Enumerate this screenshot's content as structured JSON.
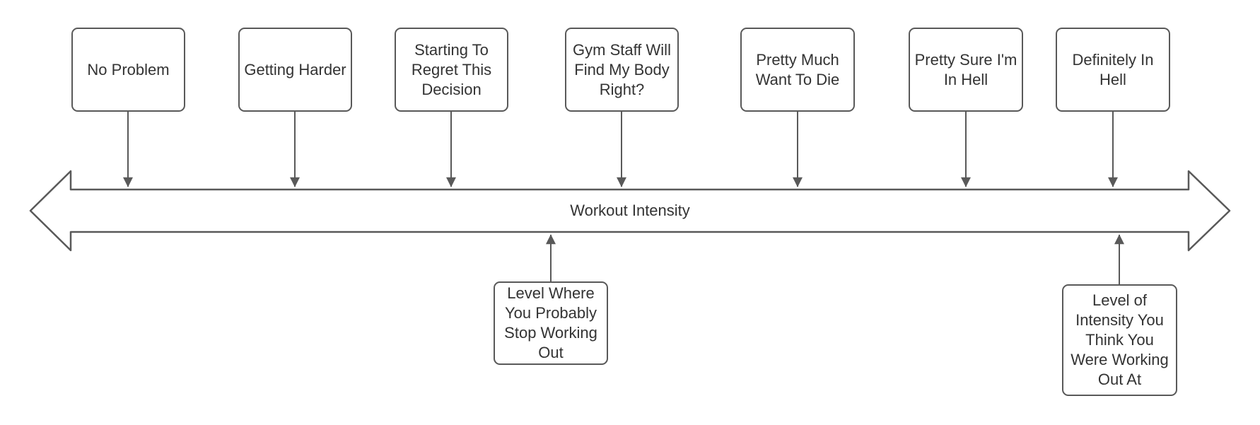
{
  "diagram": {
    "axis": {
      "label": "Workout Intensity"
    },
    "top_labels": [
      {
        "text": "No Problem"
      },
      {
        "text": "Getting Harder"
      },
      {
        "text": "Starting To Regret This Decision"
      },
      {
        "text": "Gym Staff Will Find My Body Right?"
      },
      {
        "text": "Pretty Much Want To Die"
      },
      {
        "text": "Pretty Sure I'm In Hell"
      },
      {
        "text": "Definitely In Hell"
      }
    ],
    "bottom_labels": [
      {
        "text": "Level Where You Probably Stop Working Out"
      },
      {
        "text": "Level of Intensity You Think You Were Working Out At"
      }
    ],
    "colors": {
      "stroke": "#595959",
      "text": "#333333",
      "background": "#ffffff"
    }
  }
}
